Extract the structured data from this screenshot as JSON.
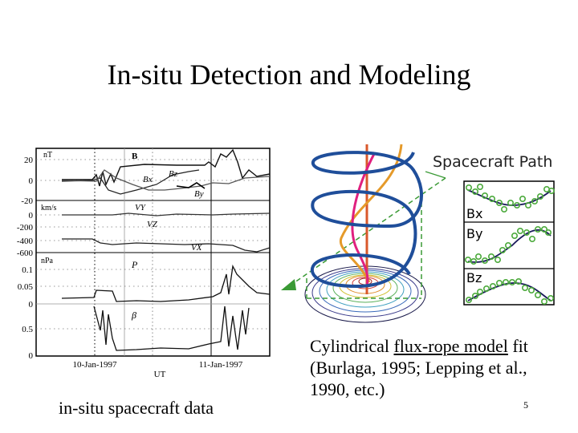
{
  "slide": {
    "title": "In-situ Detection and Modeling",
    "page_number": "5"
  },
  "left_figure": {
    "caption": "in-situ spacecraft data",
    "panels": [
      {
        "unit": "nT",
        "label": "B",
        "curve_labels": [
          "Bx",
          "Bz",
          "By"
        ],
        "y_ticks": [
          "20",
          "0",
          "-20"
        ]
      },
      {
        "unit": "km/s",
        "curve_labels": [
          "VY",
          "VZ",
          "VX"
        ],
        "y_ticks": [
          "0",
          "-200",
          "-400",
          "-600"
        ]
      },
      {
        "unit": "nPa",
        "curve_labels": [
          "P"
        ],
        "y_ticks": [
          "0.1",
          "0.05",
          "0"
        ]
      },
      {
        "curve_labels": [
          "β"
        ],
        "y_ticks": [
          "0.5",
          "0"
        ]
      }
    ],
    "x_ticks": [
      "10-Jan-1997",
      "11-Jan-1997"
    ],
    "x_label": "UT"
  },
  "right_figure": {
    "path_label": "Spacecraft Path",
    "components": [
      "Bx",
      "By",
      "Bz"
    ],
    "caption_prefix": "Cylindrical ",
    "caption_link": "flux-rope model",
    "caption_suffix": " fit",
    "caption_line2": "(Burlaga, 1995; Lepping et al.,",
    "caption_line3": "1990, etc.)",
    "colors": {
      "helix": "#1f4e9a",
      "axis": "#d9582b",
      "pink": "#e0207f",
      "orange": "#e59a2a",
      "path": "#3a9a35",
      "fit": "#1a1a5a",
      "points": "#4caa3c"
    }
  }
}
